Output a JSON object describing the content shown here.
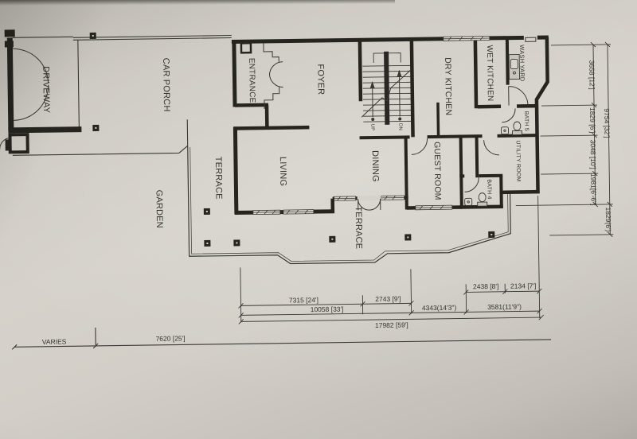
{
  "document": {
    "type": "architectural floor plan photo",
    "sheet": "ground floor layout"
  },
  "rooms": {
    "driveway": "DRIVEWAY",
    "car_porch": "CAR PORCH",
    "garden": "GARDEN",
    "entrance": "ENTRANCE",
    "foyer": "FOYER",
    "living": "LIVING",
    "dining": "DINING",
    "terrace_side": "TERRACE",
    "terrace_rear": "TERRACE",
    "dry_kitchen": "DRY KITCHEN",
    "wet_kitchen": "WET KITCHEN",
    "wash_yard": "WASH YARD",
    "bath5": "BATH 5",
    "guest_room": "GUEST ROOM",
    "utility_room": "UTILITY ROOM",
    "bath4": "BATH 4"
  },
  "stairs": {
    "up": "UP",
    "dn": "DN"
  },
  "dims_bottom": {
    "d7315": "7315 [24']",
    "d2743": "2743 [9']",
    "d2438": "2438 [8']",
    "d2134": "2134 [7']",
    "d10058": "10058 [33']",
    "d4343": "4343(14'3\")",
    "d3581": "3581(11'9\")",
    "d17982": "17982 [59']",
    "varies": "VARIES",
    "d7620": "7620 [25']"
  },
  "dims_right": {
    "d3658": "3658 [12']",
    "d1829a": "1829 [6']",
    "d3048": "3048 [10']",
    "d1981": "1981[6'-6\"]",
    "d9754": "9754 [32']",
    "d1829b": "1829(6')"
  },
  "colors": {
    "paper": "#cfcbc4",
    "ink": "#33312c",
    "wall": "#26241f"
  }
}
